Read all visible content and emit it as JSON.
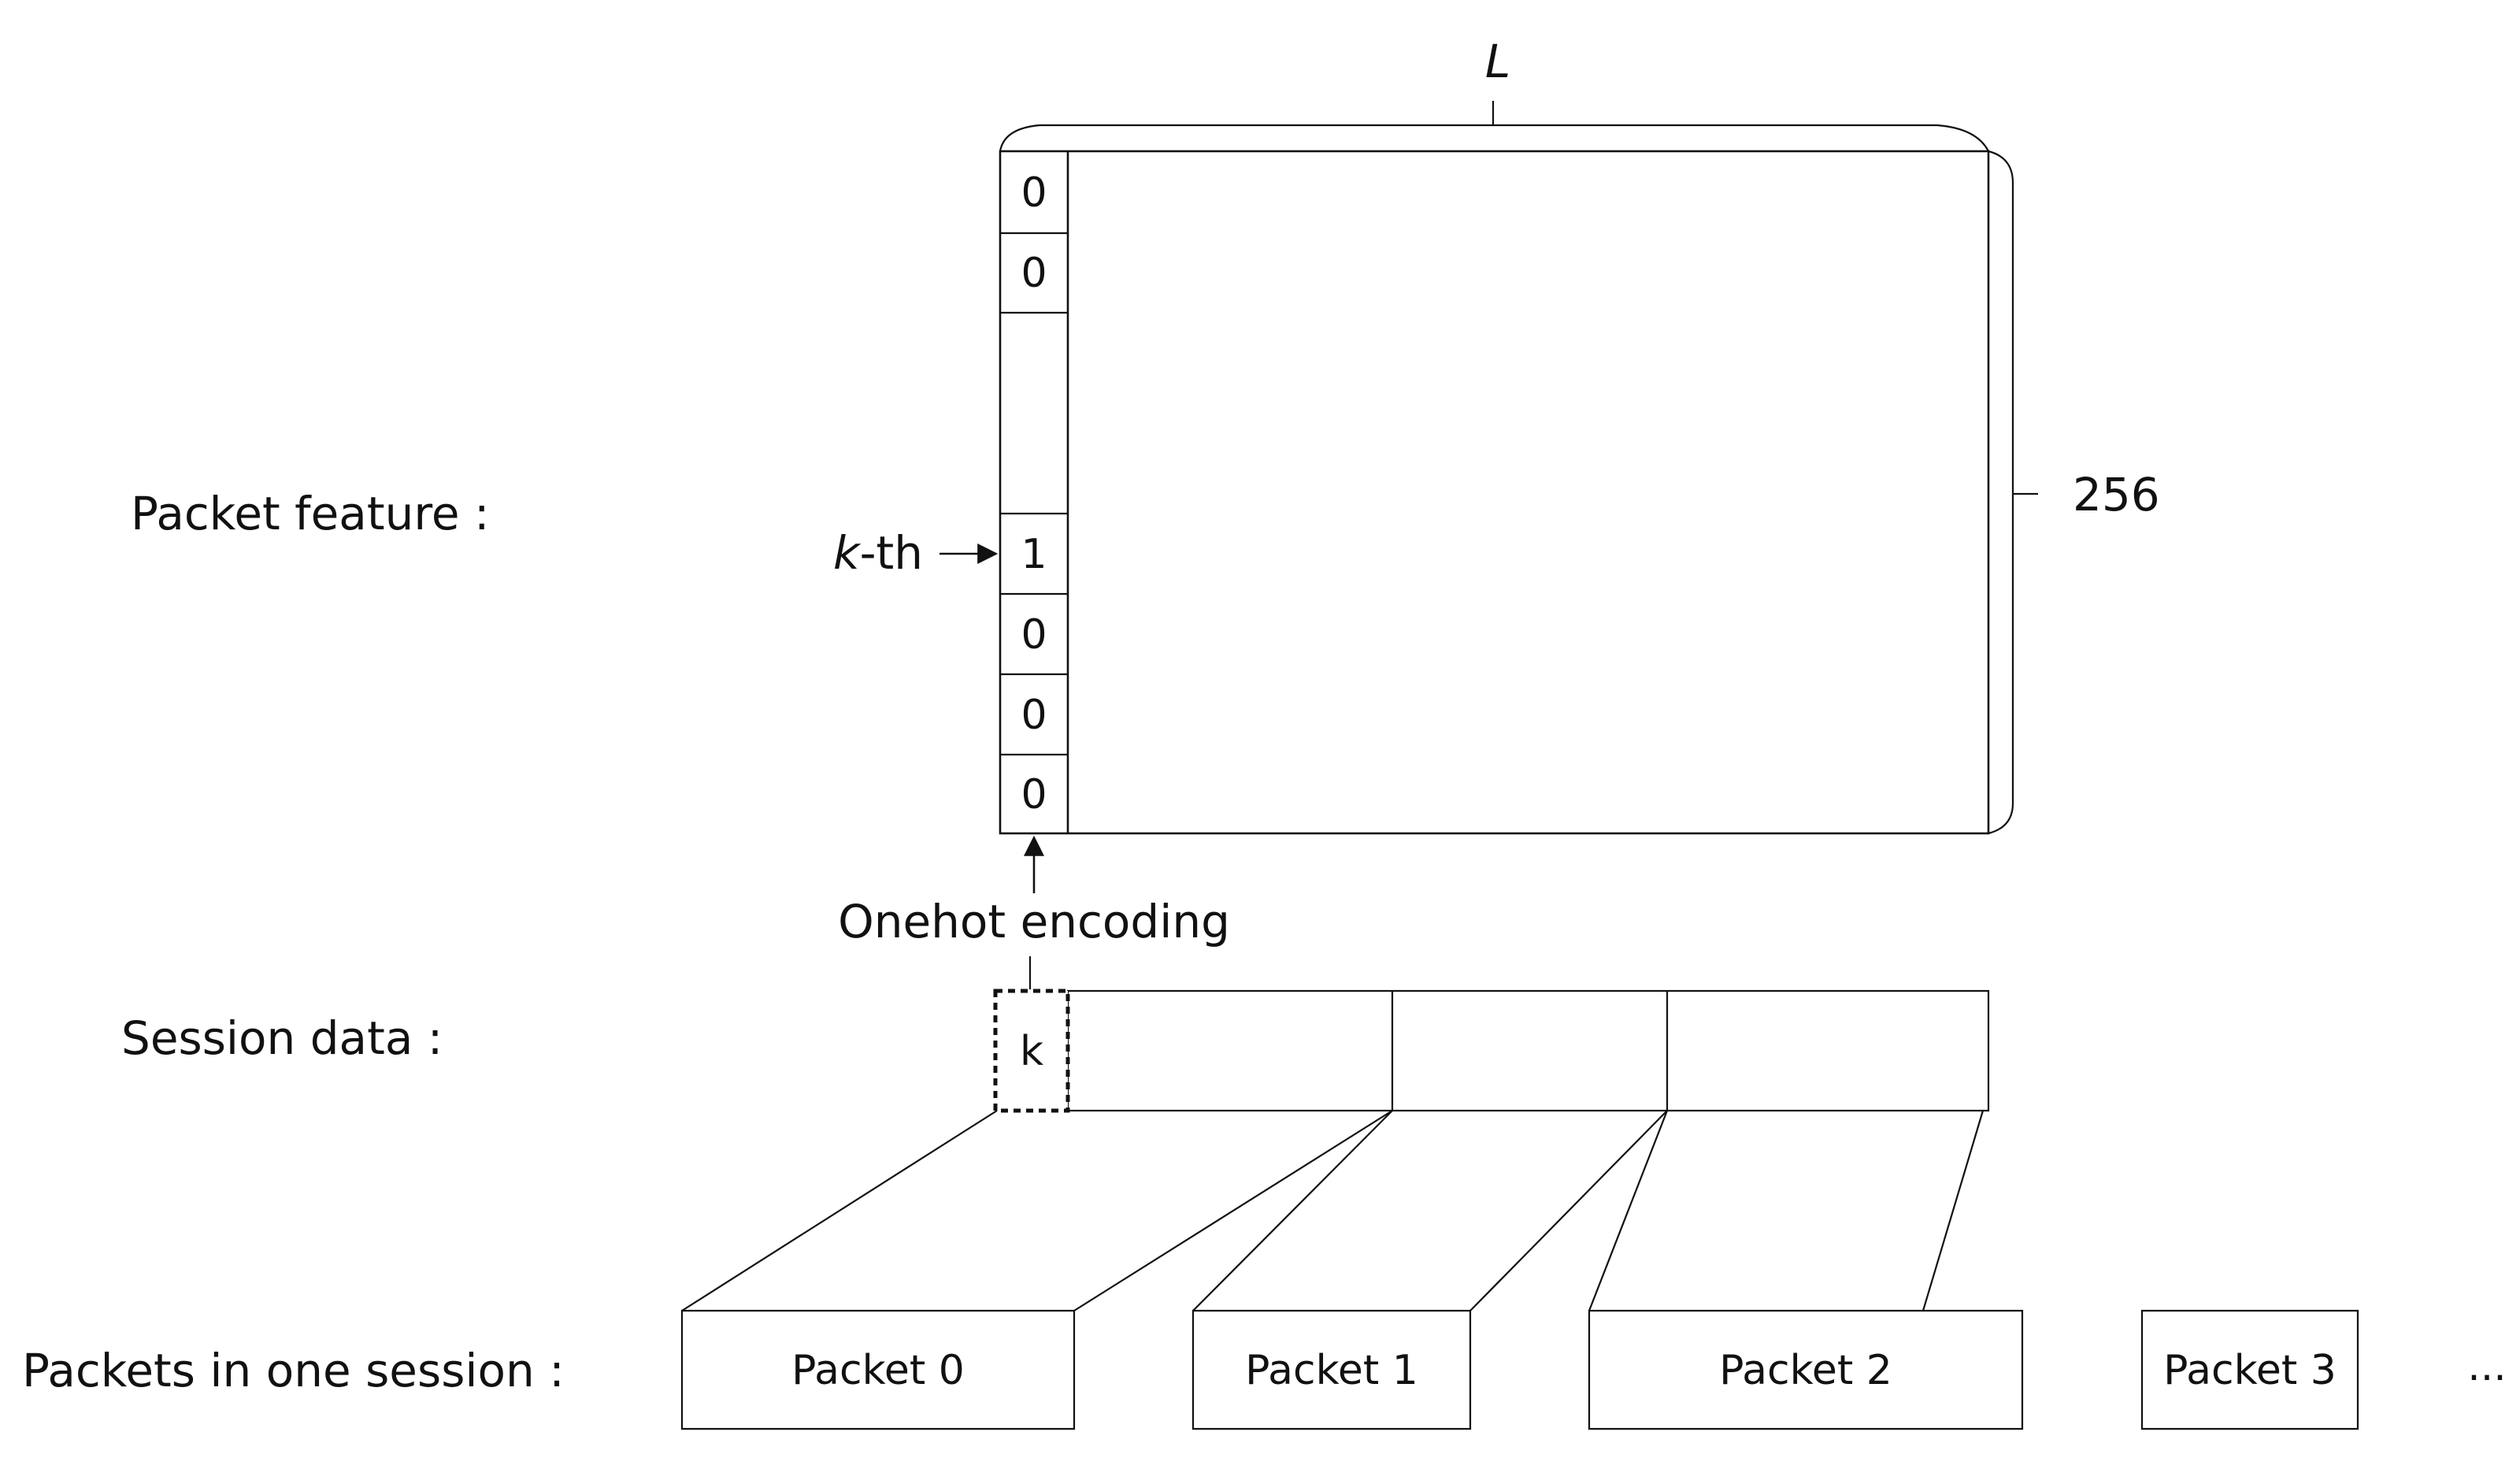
{
  "packet_feature": {
    "label": "Packet feature :",
    "width_label": "L",
    "height_label": "256",
    "k_label_italic": "k",
    "k_label_suffix": "-th",
    "column_cells": [
      "0",
      "0",
      "",
      "1",
      "0",
      "0",
      "0"
    ]
  },
  "encoding": {
    "label": "Onehot encoding"
  },
  "session_data": {
    "label": "Session data :",
    "cell_value": "k"
  },
  "packets": {
    "label": "Packets in one session :",
    "items": [
      "Packet 0",
      "Packet 1",
      "Packet 2",
      "Packet 3"
    ],
    "ellipsis": "..."
  }
}
